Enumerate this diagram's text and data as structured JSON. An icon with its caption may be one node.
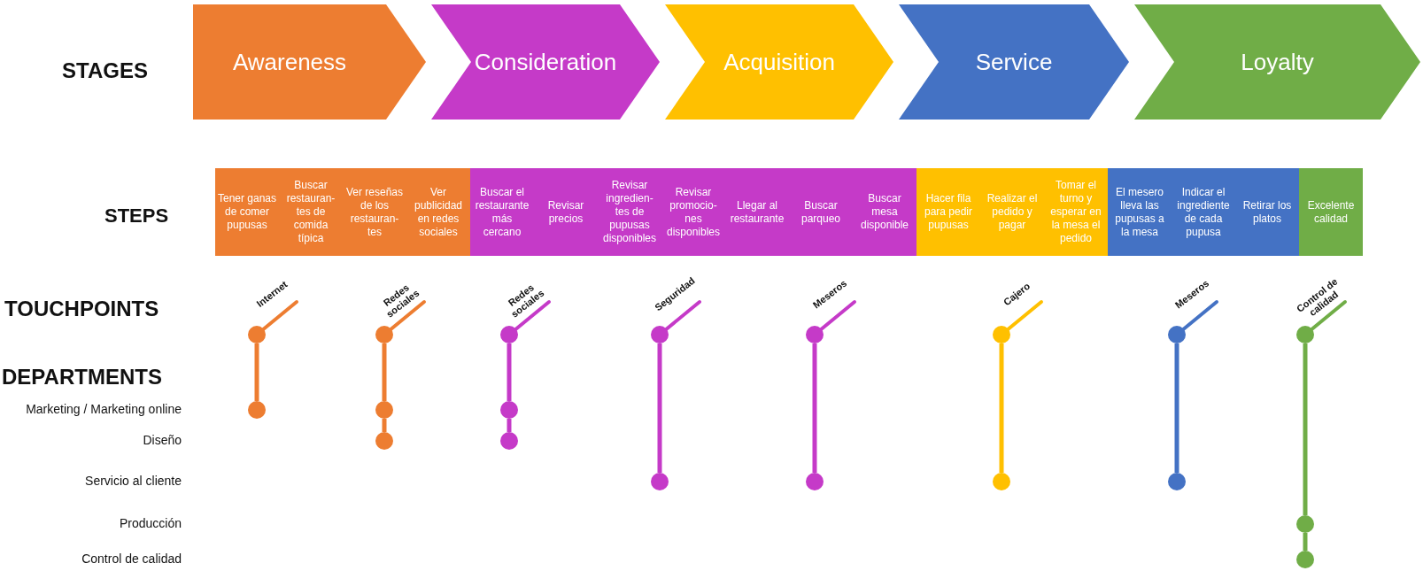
{
  "diagram": {
    "nodes": [
      {
        "text": [
          "Awareness"
        ]
      },
      {
        "text": [
          "Consideration"
        ]
      },
      {
        "text": [
          "Acquisition"
        ]
      },
      {
        "text": [
          "Service"
        ]
      },
      {
        "text": [
          "Loyalty"
        ]
      },
      {
        "text": [
          "Tener ganas de comer pupusas"
        ]
      },
      {
        "text": [
          "Buscar restauran- tes de comida típica"
        ]
      },
      {
        "text": [
          "Ver reseñas de los restauran- tes"
        ]
      },
      {
        "text": [
          "Ver publicidad en redes sociales"
        ]
      },
      {
        "text": [
          "Buscar el restaurante más cercano"
        ]
      },
      {
        "text": [
          "Revisar precios"
        ]
      },
      {
        "text": [
          "Revisar ingredien- tes de pupusas disponibles"
        ]
      },
      {
        "text": [
          "Revisar promocio- nes disponibles"
        ]
      },
      {
        "text": [
          "Llegar al restaurante"
        ]
      },
      {
        "text": [
          "Buscar parqueo"
        ]
      },
      {
        "text": [
          "Buscar mesa disponible"
        ]
      },
      {
        "text": [
          "Hacer fila para pedir pupusas"
        ]
      },
      {
        "text": [
          "Realizar el pedido y pagar"
        ]
      },
      {
        "text": [
          "Tomar el turno y esperar en la mesa el pedido"
        ]
      },
      {
        "text": [
          "El mesero lleva las pupusas a la mesa"
        ]
      },
      {
        "text": [
          "Indicar el ingrediente de cada pupusa"
        ]
      },
      {
        "text": [
          "Retirar los platos"
        ]
      },
      {
        "text": [
          "Excelente calidad"
        ]
      },
      {
        "text": [
          "Internet"
        ]
      },
      {
        "text": [],
        "shape": "circle"
      },
      {
        "text": [
          "Redes sociales"
        ]
      },
      {
        "text": [],
        "shape": "circle"
      },
      {
        "text": [],
        "shape": "circle"
      },
      {
        "text": [
          "Redes sociales"
        ]
      },
      {
        "text": [],
        "shape": "circle"
      },
      {
        "text": [],
        "shape": "circle"
      },
      {
        "text": [
          "Seguridad"
        ]
      },
      {
        "text": [],
        "shape": "circle"
      },
      {
        "text": [
          "Meseros"
        ]
      },
      {
        "text": [],
        "shape": "circle"
      },
      {
        "text": [
          "Cajero"
        ]
      },
      {
        "text": [],
        "shape": "circle"
      },
      {
        "text": [
          "Meseros"
        ]
      },
      {
        "text": [],
        "shape": "circle"
      },
      {
        "text": [
          "Control de calidad"
        ]
      },
      {
        "text": [],
        "shape": "circle"
      },
      {
        "text": [],
        "shape": "circle"
      }
    ],
    "edges": [
      {
        "from": 23,
        "to": 24,
        "arrow": "none",
        "color": "#ed7d31"
      },
      {
        "from": 25,
        "to": 26,
        "arrow": "none",
        "color": "#ed7d31"
      },
      {
        "from": 26,
        "to": 27,
        "arrow": "none",
        "color": "#ed7d31"
      },
      {
        "from": 28,
        "to": 29,
        "arrow": "none"
      },
      {
        "from": 29,
        "to": 30,
        "arrow": "none"
      },
      {
        "from": 31,
        "to": 32,
        "arrow": "none"
      },
      {
        "from": 33,
        "to": 34,
        "arrow": "none"
      },
      {
        "from": 35,
        "to": 36,
        "arrow": "none",
        "color": "#ffc000"
      },
      {
        "from": 37,
        "to": 38,
        "arrow": "none",
        "color": "#4472c4"
      },
      {
        "from": 39,
        "to": 40,
        "arrow": "none",
        "color": "#70ad47"
      },
      {
        "from": 40,
        "to": 41,
        "arrow": "none",
        "color": "#70ad47"
      }
    ],
    "labels": [
      "STAGES",
      "STEPS",
      "TOUCHPOINTS",
      "DEPARTMENTS",
      "Marketing / Marketing online",
      "Diseño",
      "Servicio al cliente",
      "Producción",
      "Control de calidad"
    ]
  }
}
